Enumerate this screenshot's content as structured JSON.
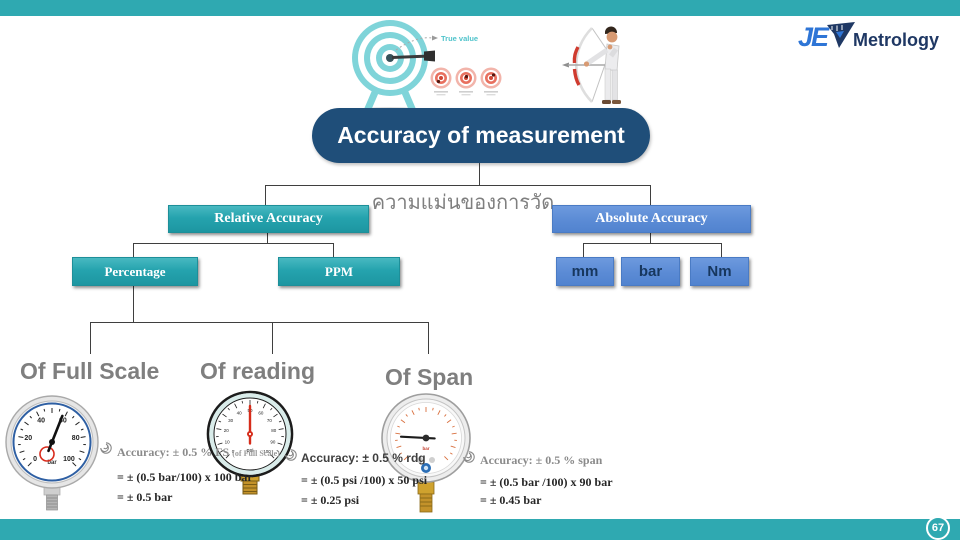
{
  "slide": {
    "page_number": "67"
  },
  "colors": {
    "teal": "#2FA9B1",
    "navy": "#1F4E79",
    "blue": "#5B8BD5",
    "gray_text": "#7F7F7F"
  },
  "logo": {
    "prefix": "JE",
    "name": "Metrology"
  },
  "hero": {
    "true_value_label": "True value"
  },
  "title": {
    "text": "Accuracy of measurement"
  },
  "subtitle": {
    "thai": "ความแม่นของการวัด"
  },
  "tree": {
    "relative_label": "Relative Accuracy",
    "absolute_label": "Absolute Accuracy",
    "percentage_label": "Percentage",
    "ppm_label": "PPM",
    "units": [
      "mm",
      "bar",
      "Nm"
    ]
  },
  "examples": [
    {
      "heading": "Of Full Scale",
      "accuracy": "Accuracy: ± 0.5 % FS",
      "accuracy_note": "(of Full Scale)",
      "formula": "= ± (0.5 bar/100) x 100 bar",
      "result": "= ± 0.5 bar"
    },
    {
      "heading": "Of reading",
      "accuracy": "Accuracy: ± 0.5 % rdg",
      "accuracy_note": "",
      "formula": "= ± (0.5 psi /100) x 50 psi",
      "result": "= ± 0.25 psi"
    },
    {
      "heading": "Of Span",
      "accuracy": "Accuracy: ± 0.5 % span",
      "accuracy_note": "",
      "formula": "= ± (0.5 bar /100) x 90 bar",
      "result": "= ± 0.45 bar"
    }
  ],
  "gauges": [
    {
      "unit": "bar",
      "min": 0,
      "max": 100,
      "needle": 58,
      "numbers": [
        0,
        20,
        40,
        60,
        80,
        100
      ]
    },
    {
      "unit": "psi",
      "min": 0,
      "max": 100,
      "needle": 50,
      "numbers": [
        0,
        10,
        20,
        30,
        40,
        50,
        60,
        70,
        80,
        90,
        100
      ]
    },
    {
      "unit": "bar",
      "min": 0,
      "max": 90,
      "needle": 16,
      "numbers": []
    }
  ]
}
